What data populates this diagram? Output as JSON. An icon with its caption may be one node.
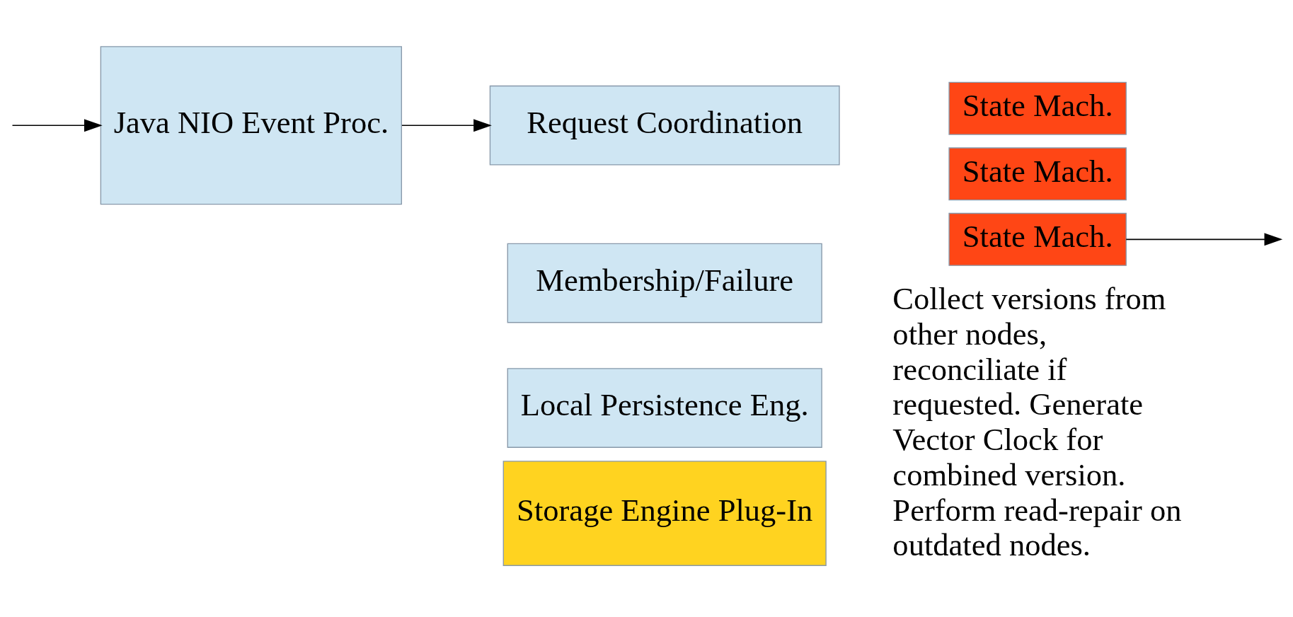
{
  "diagram": {
    "nodes": [
      {
        "text": [
          "Java NIO Event Proc."
        ]
      },
      {
        "text": [
          "Request Coordination"
        ]
      },
      {
        "text": [
          "State Mach."
        ]
      },
      {
        "text": [
          "State Mach."
        ]
      },
      {
        "text": [
          "State Mach."
        ]
      },
      {
        "text": [
          "Membership/Failure"
        ]
      },
      {
        "text": [
          "Local Persistence Eng."
        ]
      },
      {
        "text": [
          "Storage Engine Plug-In"
        ]
      }
    ],
    "edges": [
      {
        "from": null,
        "to": 0,
        "arrow": "to"
      },
      {
        "from": 0,
        "to": 1,
        "arrow": "to"
      },
      {
        "from": 4,
        "to": null,
        "arrow": "to"
      }
    ],
    "labels": [
      "Collect versions from other nodes, reconciliate if requested. Generate Vector Clock for combined version. Perform read-repair on outdated nodes."
    ]
  }
}
